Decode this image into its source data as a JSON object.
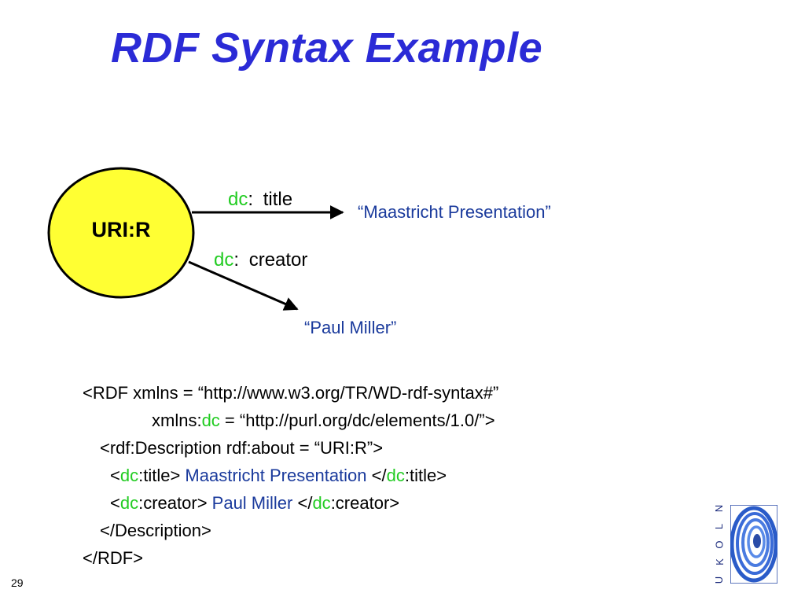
{
  "slide": {
    "title": "RDF Syntax Example",
    "page_number": "29"
  },
  "diagram": {
    "node_label": "URI:R",
    "edges": [
      {
        "prefix": "dc",
        "separator": ":",
        "property": " title",
        "target_open": "“",
        "target_value": "Maastricht Presentation",
        "target_close": "”"
      },
      {
        "prefix": "dc",
        "separator": ":",
        "property": " creator",
        "target_open": "“",
        "target_value": "Paul Miller",
        "target_close": "”"
      }
    ],
    "colors": {
      "node_fill": "#ffff33",
      "prefix": "#22cc22",
      "literal": "#1a3a9c",
      "title": "#2b2bd6"
    }
  },
  "code": {
    "line1": "<RDF xmlns = “http://www.w3.org/TR/WD-rdf-syntax#”",
    "line2_before": "xmlns:",
    "line2_prefix": "dc",
    "line2_after": " = “http://purl.org/dc/elements/1.0/”>",
    "line3": "<rdf:Description rdf:about = “URI:R”>",
    "line4": {
      "open_lt": "<",
      "open_prefix": "dc",
      "open_tag": ":title>",
      "value": " Maastricht Presentation ",
      "close_lt": "</",
      "close_prefix": "dc",
      "close_tag": ":title>"
    },
    "line5": {
      "open_lt": "<",
      "open_prefix": "dc",
      "open_tag": ":creator>",
      "value": " Paul Miller ",
      "close_lt": "</",
      "close_prefix": "dc",
      "close_tag": ":creator>"
    },
    "line6": "</Description>",
    "line7": "</RDF>"
  },
  "logo": {
    "letters": [
      "U",
      "K",
      "O",
      "L",
      "N"
    ],
    "icon": "ukoln-swirl-logo"
  }
}
